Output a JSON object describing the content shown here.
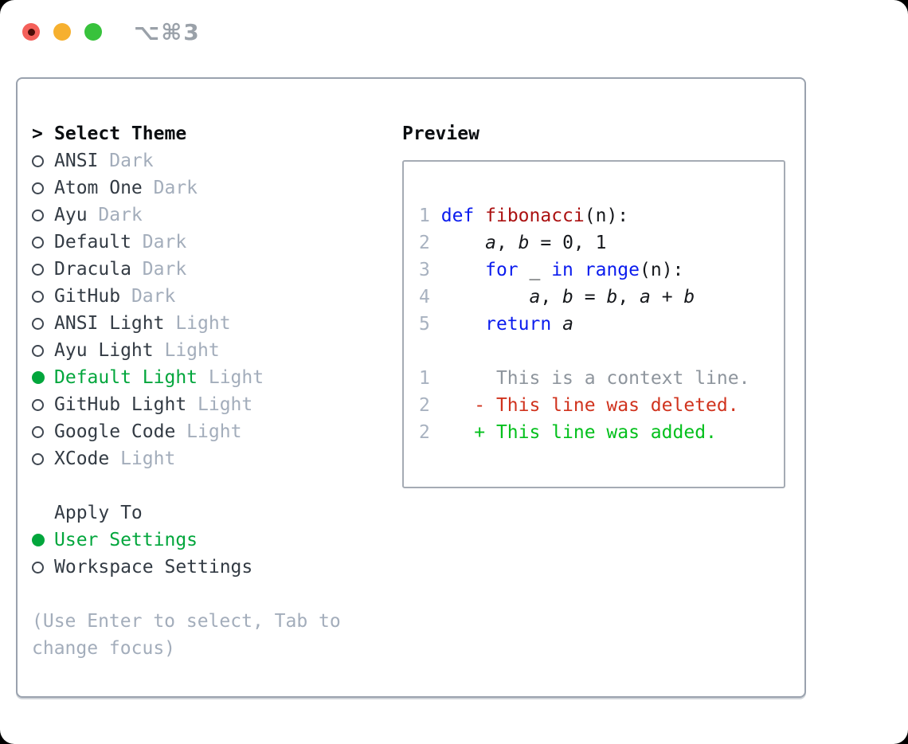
{
  "colors": {
    "accent-green": "#02a63c",
    "code-keyword": "#0b1cee",
    "code-function": "#ab1111",
    "diff-deleted": "#d0331e",
    "diff-added": "#03c01c",
    "line-number": "#a8b2c0",
    "context-gray": "#8e959d",
    "muted": "#a3adbb",
    "text": "#333b44",
    "heading": "#0b0e11",
    "panel-border": "#9aa2ae",
    "traffic-red": "#f4605a",
    "traffic-yellow": "#f6b02f",
    "traffic-green": "#38c23c",
    "title-gray": "#9aa1a9"
  },
  "window": {
    "title": "⌥⌘3"
  },
  "theme_panel": {
    "header": {
      "prompt": ">",
      "label": "Select Theme"
    },
    "themes": [
      {
        "name": "ANSI",
        "variant": "Dark",
        "selected": false
      },
      {
        "name": "Atom One",
        "variant": "Dark",
        "selected": false
      },
      {
        "name": "Ayu",
        "variant": "Dark",
        "selected": false
      },
      {
        "name": "Default",
        "variant": "Dark",
        "selected": false
      },
      {
        "name": "Dracula",
        "variant": "Dark",
        "selected": false
      },
      {
        "name": "GitHub",
        "variant": "Dark",
        "selected": false
      },
      {
        "name": "ANSI Light",
        "variant": "Light",
        "selected": false
      },
      {
        "name": "Ayu Light",
        "variant": "Light",
        "selected": false
      },
      {
        "name": "Default Light",
        "variant": "Light",
        "selected": true
      },
      {
        "name": "GitHub Light",
        "variant": "Light",
        "selected": false
      },
      {
        "name": "Google Code",
        "variant": "Light",
        "selected": false
      },
      {
        "name": "XCode",
        "variant": "Light",
        "selected": false
      }
    ],
    "apply_to": {
      "label": "Apply To",
      "options": [
        {
          "name": "User Settings",
          "selected": true
        },
        {
          "name": "Workspace Settings",
          "selected": false
        }
      ]
    },
    "help": [
      "(Use Enter to select, Tab to",
      "change focus)"
    ]
  },
  "preview": {
    "label": "Preview",
    "code_lines": [
      [
        {
          "c": "num",
          "t": "1"
        },
        {
          "c": "plain",
          "t": " "
        },
        {
          "c": "kw",
          "t": "def"
        },
        {
          "c": "plain",
          "t": " "
        },
        {
          "c": "fn",
          "t": "fibonacci"
        },
        {
          "c": "plain",
          "t": "(n):"
        }
      ],
      [
        {
          "c": "num",
          "t": "2"
        },
        {
          "c": "plain",
          "t": "     "
        },
        {
          "c": "var",
          "t": "a"
        },
        {
          "c": "plain",
          "t": ", "
        },
        {
          "c": "var",
          "t": "b"
        },
        {
          "c": "plain",
          "t": " = 0, 1"
        }
      ],
      [
        {
          "c": "num",
          "t": "3"
        },
        {
          "c": "plain",
          "t": "     "
        },
        {
          "c": "kw",
          "t": "for"
        },
        {
          "c": "plain",
          "t": " _ "
        },
        {
          "c": "kw",
          "t": "in"
        },
        {
          "c": "plain",
          "t": " "
        },
        {
          "c": "kw",
          "t": "range"
        },
        {
          "c": "plain",
          "t": "(n):"
        }
      ],
      [
        {
          "c": "num",
          "t": "4"
        },
        {
          "c": "plain",
          "t": "         "
        },
        {
          "c": "var",
          "t": "a"
        },
        {
          "c": "plain",
          "t": ", "
        },
        {
          "c": "var",
          "t": "b"
        },
        {
          "c": "plain",
          "t": " = "
        },
        {
          "c": "var",
          "t": "b"
        },
        {
          "c": "plain",
          "t": ", "
        },
        {
          "c": "var",
          "t": "a"
        },
        {
          "c": "plain",
          "t": " + "
        },
        {
          "c": "var",
          "t": "b"
        }
      ],
      [
        {
          "c": "num",
          "t": "5"
        },
        {
          "c": "plain",
          "t": "     "
        },
        {
          "c": "kw",
          "t": "return"
        },
        {
          "c": "plain",
          "t": " "
        },
        {
          "c": "var",
          "t": "a"
        }
      ],
      [],
      [
        {
          "c": "num",
          "t": "1"
        },
        {
          "c": "plain",
          "t": "      "
        },
        {
          "c": "ctx",
          "t": "This is a context line."
        }
      ],
      [
        {
          "c": "num",
          "t": "2"
        },
        {
          "c": "plain",
          "t": "    "
        },
        {
          "c": "del",
          "t": "- This line was deleted."
        }
      ],
      [
        {
          "c": "num",
          "t": "2"
        },
        {
          "c": "plain",
          "t": "    "
        },
        {
          "c": "add",
          "t": "+ This line was added."
        }
      ]
    ]
  }
}
